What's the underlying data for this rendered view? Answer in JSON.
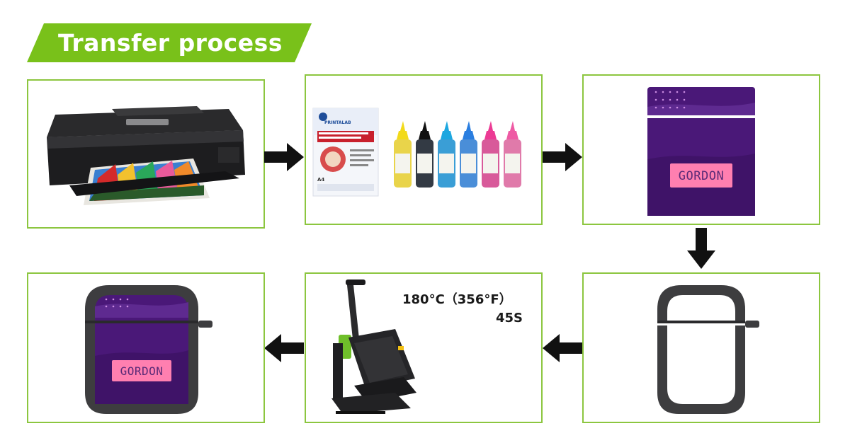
{
  "header": {
    "title": "Transfer process"
  },
  "colors": {
    "accent": "#79c11a",
    "border": "#8cc63f",
    "case_dark": "#3d3d3f",
    "print_purple": "#4a1878",
    "label_pink": "#ff7fb0"
  },
  "steps": [
    {
      "icon": "printer-icon"
    },
    {
      "icon": "sublimation-paper-and-ink-icon",
      "paper_brand": "PRINTALAB",
      "paper_size": "A4"
    },
    {
      "icon": "printed-transfer-paper-icon",
      "print_label": "GORDON"
    },
    {
      "icon": "blank-airpods-case-icon"
    },
    {
      "icon": "heat-press-icon",
      "temperature": "180°C（356°F）",
      "time": "45S"
    },
    {
      "icon": "finished-airpods-case-icon",
      "print_label": "GORDON"
    }
  ]
}
